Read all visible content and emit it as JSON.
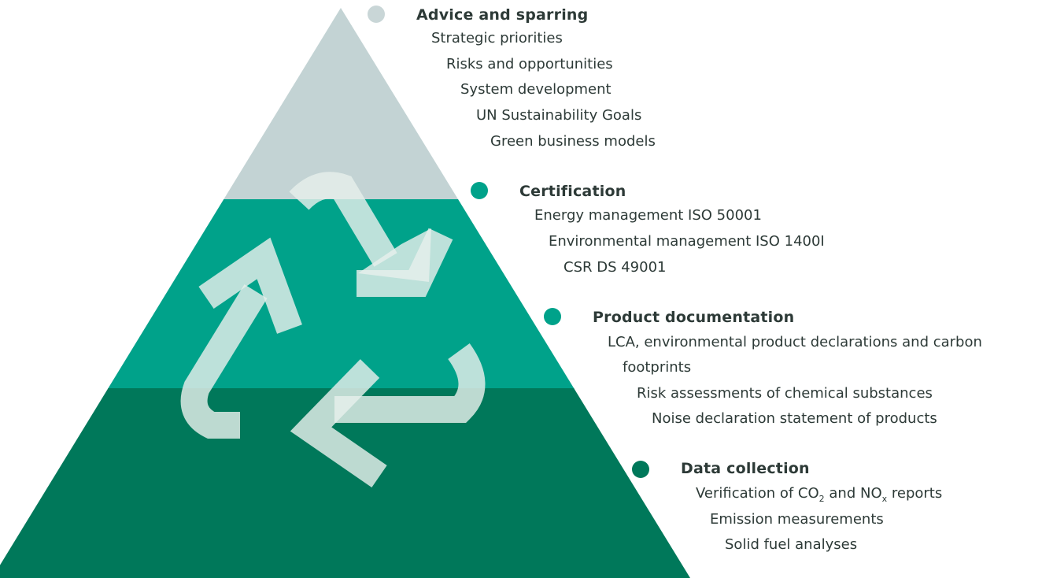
{
  "colors": {
    "tier_top": "#c3d3d4",
    "tier_middle": "#00a28a",
    "tier_bottom": "#00785a",
    "recycle_symbol": "#e6efec",
    "bullet_advice": "#c9d6d7",
    "bullet_certification": "#00a28a",
    "bullet_product": "#00a28a",
    "bullet_data": "#00785a"
  },
  "icons": {
    "center": "recycle-arrows-icon"
  },
  "sections": {
    "advice": {
      "title": "Advice and sparring",
      "items": [
        "Strategic priorities",
        "Risks and opportunities",
        "System development",
        "UN Sustainability Goals",
        "Green business models"
      ]
    },
    "certification": {
      "title": "Certification",
      "items": [
        "Energy management ISO 50001",
        "Environmental management ISO 1400I",
        "CSR DS 49001"
      ]
    },
    "product": {
      "title": "Product documentation",
      "items": [
        "LCA, environmental product declarations and carbon",
        "footprints",
        "Risk assessments of chemical substances",
        "Noise declaration statement of products"
      ]
    },
    "data": {
      "title": "Data collection",
      "verification": {
        "prefix": "Verification of CO",
        "sub1": "2",
        "middle": " and NO",
        "sub2": "x",
        "suffix": " reports"
      },
      "items": [
        "Emission measurements",
        "Solid fuel analyses"
      ]
    }
  }
}
